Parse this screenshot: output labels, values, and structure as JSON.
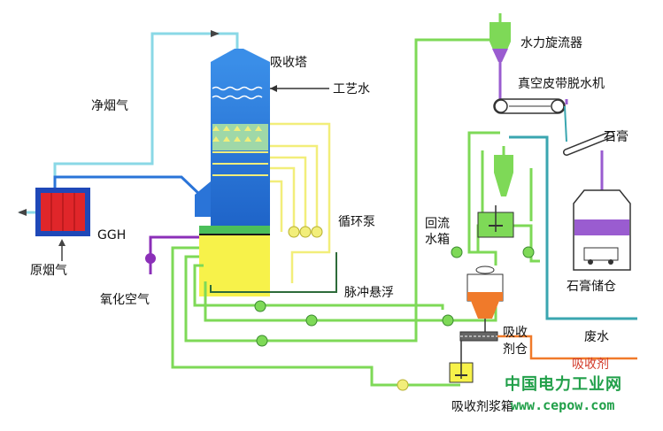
{
  "labels": {
    "absorber": "吸收塔",
    "process_water": "工艺水",
    "clean_flue_gas": "净烟气",
    "ggh": "GGH",
    "raw_flue_gas": "原烟气",
    "oxidation_air": "氧化空气",
    "circulation_pump": "循环泵",
    "pulse_suspension": "脉冲悬浮",
    "hydrocyclone": "水力旋流器",
    "vacuum_belt": "真空皮带脱水机",
    "gypsum": "石膏",
    "return_tank_1": "回流",
    "return_tank_2": "水箱",
    "gypsum_silo": "石膏储仓",
    "waste_water": "废水",
    "absorbent_silo_1": "吸收",
    "absorbent_silo_2": "剂仓",
    "absorbent_tank": "吸收剂浆箱",
    "absorbent_partial": "吸收剂"
  },
  "watermark": {
    "site_name": "中国电力工业网",
    "url": "www.cepow.com"
  },
  "colors": {
    "flue_gas": "#7fd8e6",
    "slurry_green": "#7ed957",
    "circulation_yellow": "#f2ee7a",
    "oxidation_purple": "#8b2fb8",
    "tower_blue": "#2a74d8",
    "tower_yellow": "#f7f24a",
    "ggh_red": "#e0262a",
    "absorbent_orange": "#f07a2a",
    "waste_teal": "#3aa6b0",
    "watermark_green": "#22a04a"
  }
}
